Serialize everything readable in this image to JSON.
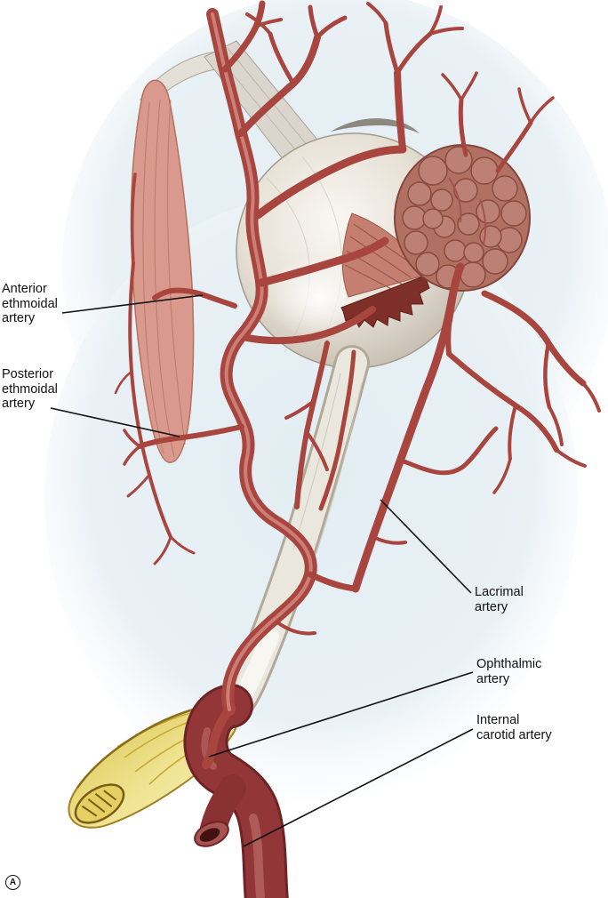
{
  "labels": [
    {
      "id": "anterior-ethmoidal-artery",
      "text": "Anterior\nethmoidal\nartery"
    },
    {
      "id": "posterior-ethmoidal-artery",
      "text": "Posterior\nethmoidal\nartery"
    },
    {
      "id": "lacrimal-artery",
      "text": "Lacrimal\nartery"
    },
    {
      "id": "ophthalmic-artery",
      "text": "Ophthalmic\nartery"
    },
    {
      "id": "internal-carotid-artery",
      "text": "Internal\ncarotid artery"
    }
  ],
  "panel": {
    "letter": "A"
  },
  "colors": {
    "artery_red": "#a8453f",
    "artery_highlight": "#d28a80",
    "carotid_red": "#923638",
    "gland_brown": "#b07163",
    "muscle_pink": "#d99a8d",
    "nerve_gray": "#eae7df",
    "bone_yellow": "#e9d878",
    "background_wash": "#e2edf3",
    "label_color": "#111111"
  }
}
